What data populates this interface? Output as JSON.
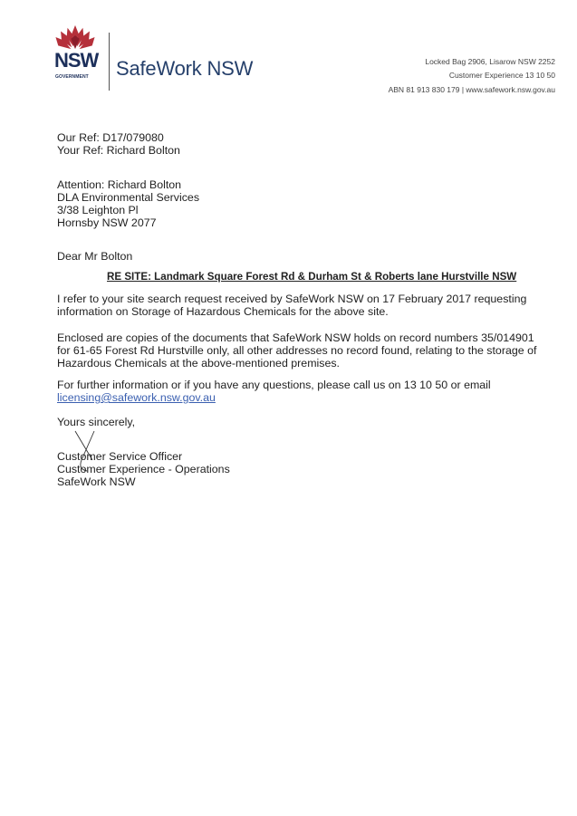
{
  "letterhead": {
    "gov_logo_text": "NSW",
    "gov_logo_subtext": "GOVERNMENT",
    "brand": "SafeWork NSW",
    "address_lines": [
      "Locked Bag 2906, Lisarow NSW 2252",
      "Customer Experience 13 10 50",
      "ABN 81 913 830 179 | www.safework.nsw.gov.au"
    ]
  },
  "refs": {
    "our_ref": "Our Ref: D17/079080",
    "your_ref": "Your Ref: Richard Bolton"
  },
  "recipient": [
    "Attention: Richard Bolton",
    "DLA Environmental Services",
    "3/38 Leighton Pl",
    "Hornsby NSW 2077"
  ],
  "salutation": "Dear Mr Bolton",
  "subject": "RE SITE: Landmark Square Forest Rd & Durham St & Roberts lane Hurstville NSW",
  "body": {
    "para1": [
      "I refer to your site search request received by SafeWork NSW on 17 February 2017 requesting",
      "information on Storage of Hazardous Chemicals for the above site."
    ],
    "para2": [
      "Enclosed are copies of the documents that SafeWork NSW holds on record numbers 35/014901",
      "for 61-65 Forest Rd Hurstville only, all other addresses no record found, relating to the storage of",
      "Hazardous Chemicals at the above-mentioned premises."
    ],
    "para3": "For further information or if you have any questions, please call us on 13 10 50 or email",
    "email": "licensing@safework.nsw.gov.au"
  },
  "closing": "Yours sincerely,",
  "signature_block": [
    "Customer Service Officer",
    "Customer Experience - Operations",
    "SafeWork NSW"
  ],
  "colors": {
    "brand": "#26406b",
    "waratah": "#b5303a",
    "link": "#3a5fb0"
  }
}
